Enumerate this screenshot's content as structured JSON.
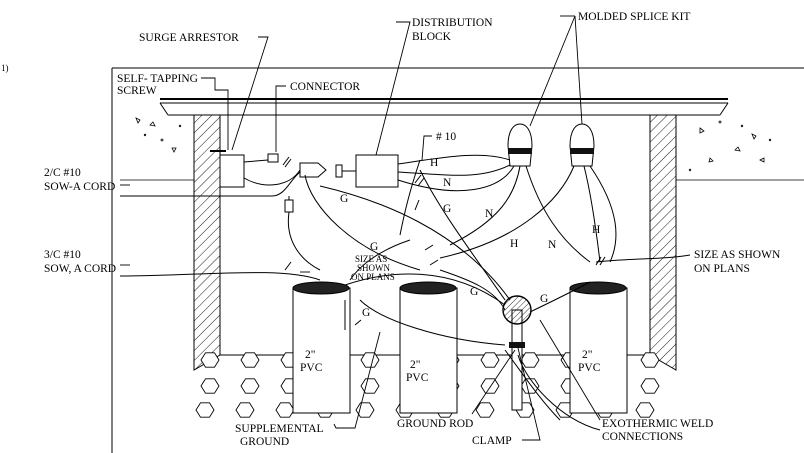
{
  "labels": {
    "surge_arrestor": "SURGE ARRESTOR",
    "distribution_block_1": "DISTRIBUTION",
    "distribution_block_2": "BLOCK",
    "molded_splice_kit": "MOLDED SPLICE KIT",
    "self_tapping_1": "SELF- TAPPING",
    "self_tapping_2": "SCREW",
    "connector": "CONNECTOR",
    "wire_10": "# 10",
    "cord_2c_1": "2/C #10",
    "cord_2c_2": "SOW-A CORD",
    "cord_3c_1": "3/C #10",
    "cord_3c_2": "SOW, A CORD",
    "size_right_1": "SIZE AS SHOWN",
    "size_right_2": "ON PLANS",
    "size_mid_1": "SIZE AS",
    "size_mid_2": "SHOWN",
    "size_mid_3": "ON PLANS",
    "supplemental_1": "SUPPLEMENTAL",
    "supplemental_2": "GROUND",
    "ground_rod": "GROUND ROD",
    "clamp": "CLAMP",
    "exothermic_1": "EXOTHERMIC WELD",
    "exothermic_2": "CONNECTIONS",
    "pvc_size": "2\"",
    "pvc_type": "PVC",
    "edge_mark": "1)"
  },
  "wire_letters": {
    "hot": "H",
    "neutral": "N",
    "ground": "G"
  }
}
